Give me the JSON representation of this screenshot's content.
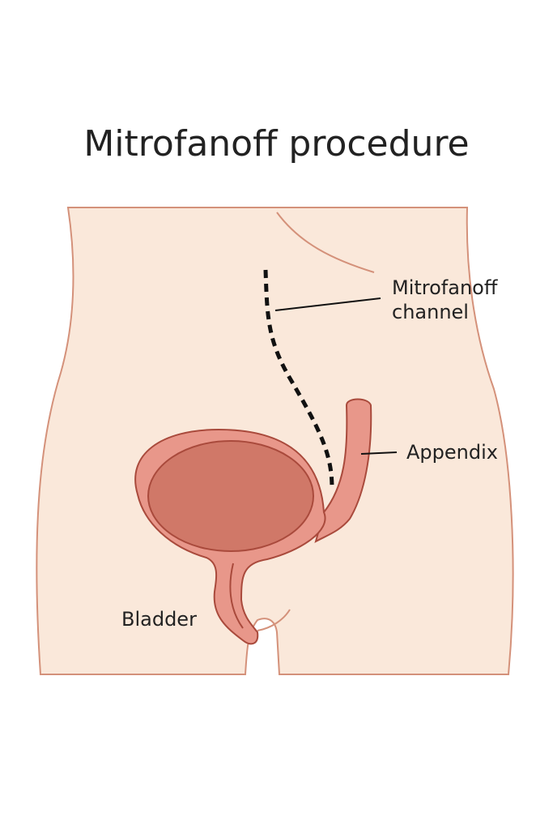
{
  "title": "Mitrofanoff procedure",
  "labels": {
    "channel": [
      "Mitrofanoff",
      "channel"
    ],
    "appendix": "Appendix",
    "bladder": "Bladder"
  },
  "colors": {
    "skin": "#fae8da",
    "outline": "#d4917a",
    "bladder_wall": "#e8978a",
    "bladder_inner": "#d07868",
    "stroke": "#a94a3c"
  }
}
